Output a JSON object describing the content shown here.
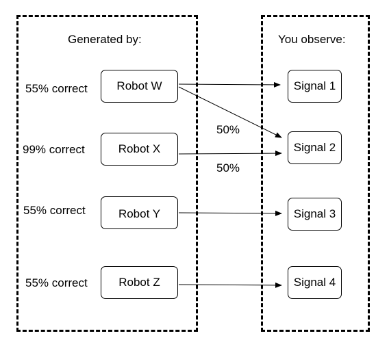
{
  "left_group": {
    "title": "Generated by:",
    "robots": [
      {
        "label": "Robot W",
        "accuracy": "55% correct"
      },
      {
        "label": "Robot X",
        "accuracy": "99% correct"
      },
      {
        "label": "Robot Y",
        "accuracy": "55% correct"
      },
      {
        "label": "Robot Z",
        "accuracy": "55% correct"
      }
    ]
  },
  "right_group": {
    "title": "You observe:",
    "signals": [
      {
        "label": "Signal 1"
      },
      {
        "label": "Signal 2"
      },
      {
        "label": "Signal 3"
      },
      {
        "label": "Signal 4"
      }
    ]
  },
  "edges": [
    {
      "from": "Robot W",
      "to": "Signal 1"
    },
    {
      "from": "Robot W",
      "to": "Signal 2",
      "label": "50%"
    },
    {
      "from": "Robot X",
      "to": "Signal 2",
      "label": "50%"
    },
    {
      "from": "Robot Y",
      "to": "Signal 3"
    },
    {
      "from": "Robot Z",
      "to": "Signal 4"
    }
  ]
}
